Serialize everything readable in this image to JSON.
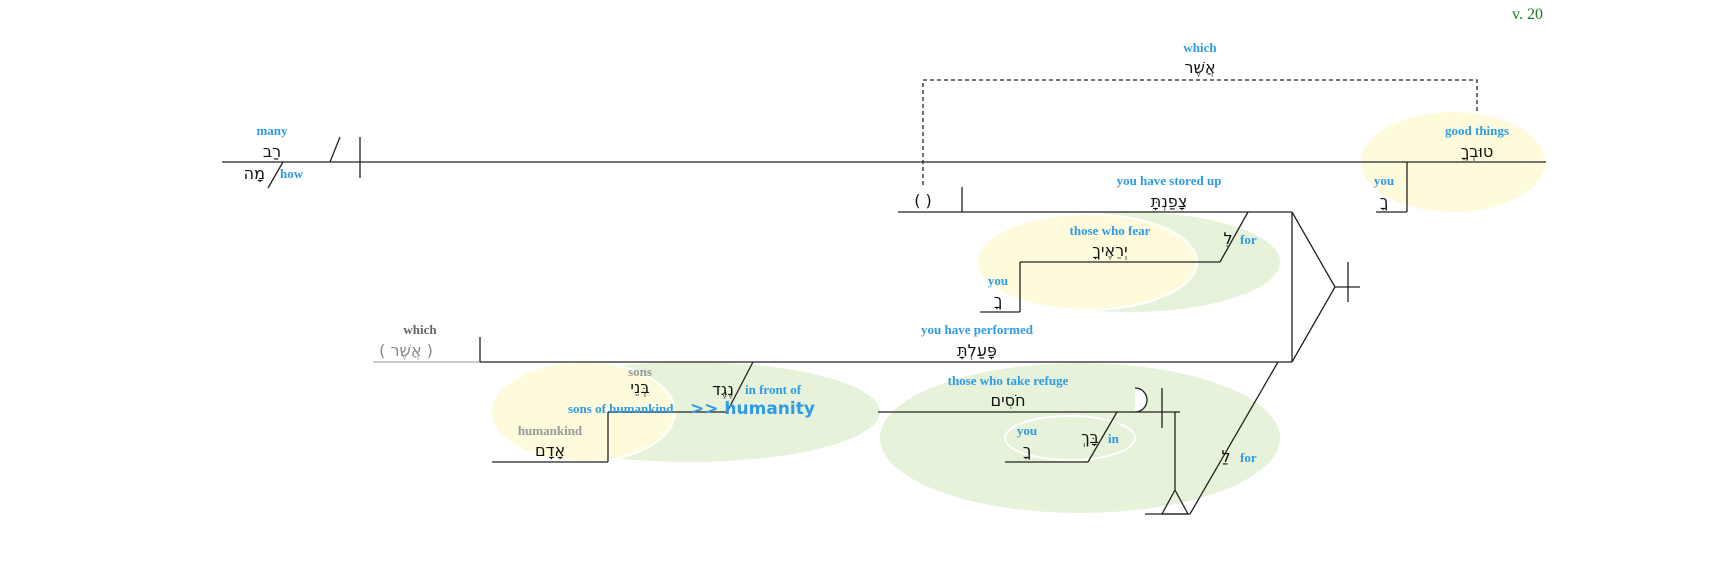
{
  "verse": "v. 20",
  "colors": {
    "gloss": "#2e9be6",
    "ellipse_yellow": "#fdfbdc",
    "ellipse_green": "#e6f2da",
    "verse": "#1a7a1a"
  },
  "nodes": {
    "many": {
      "gloss": "many",
      "hebrew": "רַב"
    },
    "how": {
      "gloss": "how",
      "hebrew": "מָה"
    },
    "which_top": {
      "gloss": "which",
      "hebrew": "אֲשֶׁר"
    },
    "good_things": {
      "gloss": "good things",
      "hebrew": "טוּבְךָ"
    },
    "you_suffix_top": {
      "gloss": "you",
      "hebrew": "ךָ"
    },
    "empty_subject": {
      "hebrew": "( )"
    },
    "stored_up": {
      "gloss": "you have stored up",
      "hebrew": "צָפַנְתָּ"
    },
    "those_who_fear": {
      "gloss": "those who fear",
      "hebrew": "יְרֵאֶיךָ"
    },
    "for_1": {
      "gloss": "for",
      "hebrew": "לִ"
    },
    "you_fear": {
      "gloss": "you",
      "hebrew": "ךָ"
    },
    "which_bottom": {
      "gloss": "which",
      "hebrew": "( אֲשֶׁר )"
    },
    "performed": {
      "gloss": "you have performed",
      "hebrew": "פָּעַלְתָּ"
    },
    "sons": {
      "gloss": "sons",
      "hebrew": "בְּנֵי"
    },
    "in_front_of": {
      "gloss": "in front of",
      "hebrew": "נֶגֶד"
    },
    "sons_of_humankind": {
      "gloss": "sons of humankind",
      "equivalent": ">> humanity"
    },
    "humankind": {
      "gloss": "humankind",
      "hebrew": "אָדָם"
    },
    "take_refuge": {
      "gloss": "those who take refuge",
      "hebrew": "חֹסִים"
    },
    "you_refuge": {
      "gloss": "you",
      "hebrew": "ךָ"
    },
    "in": {
      "gloss": "in",
      "hebrew": "בָּךְ"
    },
    "for_2": {
      "gloss": "for",
      "hebrew": "לַ"
    }
  }
}
